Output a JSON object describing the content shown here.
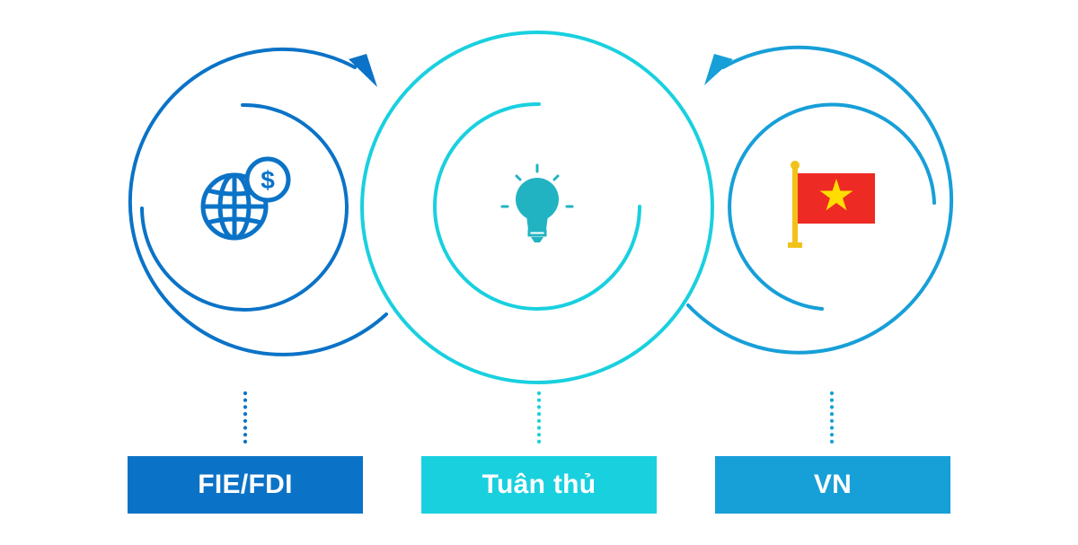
{
  "colors": {
    "fie": "#0b73c7",
    "tuan_thu": "#19d0df",
    "vn": "#179fd8",
    "flag_red": "#ee2a24",
    "flag_star": "#ffdd00",
    "flag_pole": "#f2c21b"
  },
  "nodes": [
    {
      "id": "fie",
      "label": "FIE/FDI",
      "icon": "globe-dollar-icon"
    },
    {
      "id": "tuan_thu",
      "label": "Tuân thủ",
      "icon": "lightbulb-icon"
    },
    {
      "id": "vn",
      "label": "VN",
      "icon": "vietnam-flag-icon"
    }
  ]
}
